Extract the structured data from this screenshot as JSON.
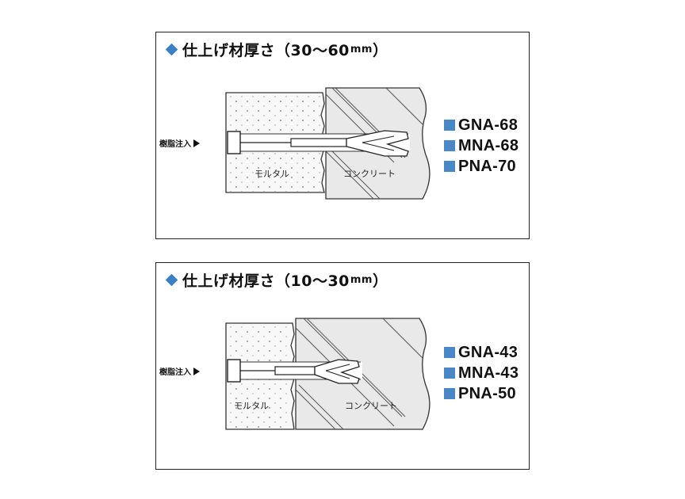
{
  "panels": [
    {
      "title_main": "仕上げ材厚さ（30〜60",
      "title_unit": "mm",
      "title_close": "）",
      "inject_label": "樹脂注入",
      "mortar_label": "モルタル",
      "concrete_label": "コンクリート",
      "models": [
        "GNA-68",
        "MNA-68",
        "PNA-70"
      ]
    },
    {
      "title_main": "仕上げ材厚さ（10〜30",
      "title_unit": "mm",
      "title_close": "）",
      "inject_label": "樹脂注入",
      "mortar_label": "モルタル",
      "concrete_label": "コンクリート",
      "models": [
        "GNA-43",
        "MNA-43",
        "PNA-50"
      ]
    }
  ],
  "colors": {
    "accent": "#3a7fc4",
    "model_square": "#4a87c6",
    "concrete_fill": "#e9e9e9",
    "mortar_fill": "#f8f8f8"
  }
}
